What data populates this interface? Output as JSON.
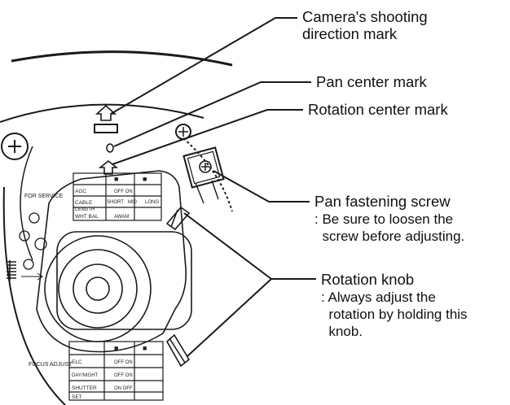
{
  "callouts": {
    "shooting_mark": {
      "line1": "Camera's shooting",
      "line2": "direction mark"
    },
    "pan_center": {
      "label": "Pan center mark"
    },
    "rotation_center": {
      "label": "Rotation center mark"
    },
    "pan_screw": {
      "label": "Pan fastening screw",
      "note1": ": Be sure to loosen the",
      "note2": "  screw before adjusting."
    },
    "rotation_knob": {
      "label": "Rotation knob",
      "note1": ": Always adjust the",
      "note2": "  rotation by holding this",
      "note3": "  knob."
    }
  },
  "board_labels": {
    "top_panel": {
      "col_headers": [
        "■",
        "■"
      ],
      "row_headers": [
        "AGC",
        "CABLE",
        "LENGTH",
        "WHT BAL"
      ],
      "cells": [
        "OFF ON",
        "SHORT",
        "MID",
        "LONG",
        "AWAM"
      ],
      "side": "FOR SERVICE"
    },
    "bottom_panel": {
      "col_headers": [
        "■",
        "■"
      ],
      "row_headers": [
        "ELC",
        "DAY/NIGHT",
        "SHUTTER",
        "SET"
      ],
      "cells": [
        "OFF ON",
        "OFF ON",
        "ON OFF"
      ],
      "side": "FOCUS ADJUST"
    }
  },
  "colors": {
    "line": "#1a1a1a",
    "text": "#111111",
    "background": "#ffffff"
  }
}
